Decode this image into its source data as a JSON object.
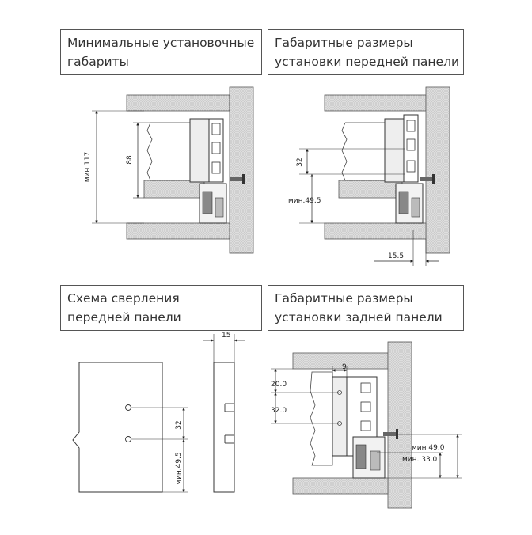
{
  "panels": [
    {
      "caption": [
        "Минимальные установочные",
        "габариты"
      ],
      "dims": {
        "overall": "мин 117",
        "height": "88"
      }
    },
    {
      "caption": [
        "Габаритные размеры",
        "установки передней панели"
      ],
      "dims": {
        "hole_spacing": "32",
        "min_height": "мин.49.5",
        "offset": "15.5"
      }
    },
    {
      "caption": [
        "Схема сверления",
        "передней панели"
      ],
      "dims": {
        "thickness": "15",
        "hole_spacing": "32",
        "min_height": "мин.49.5"
      }
    },
    {
      "caption": [
        "Габаритные размеры",
        "установки задней панели"
      ],
      "dims": {
        "gap": "9",
        "top_offset": "20.0",
        "hole_spacing": "32.0",
        "min_height_a": "мин 49.0",
        "min_height_b": "мин. 33.0"
      }
    }
  ]
}
